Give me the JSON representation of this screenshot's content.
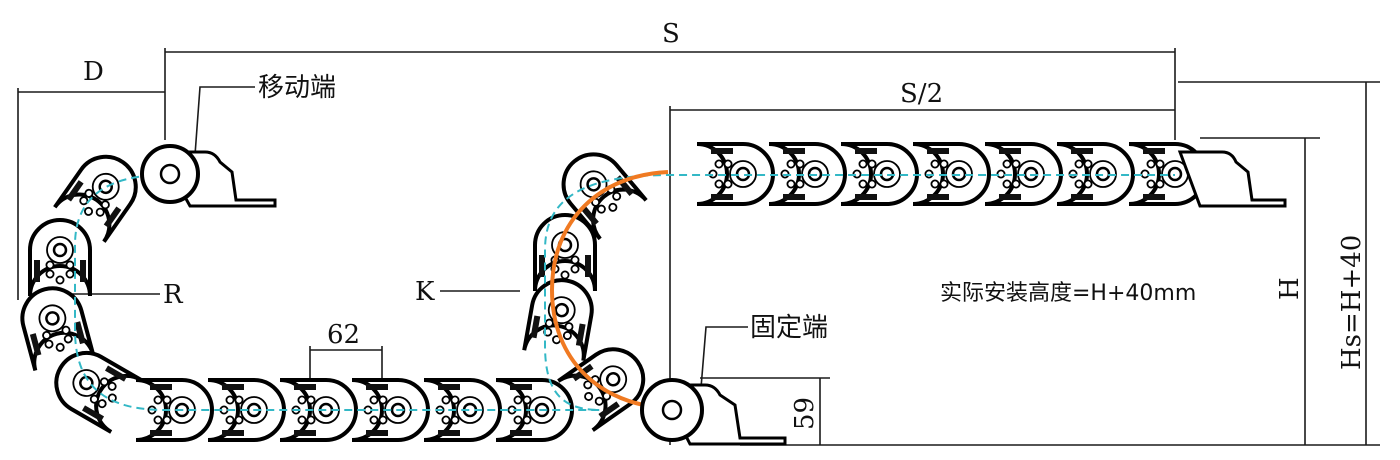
{
  "labels": {
    "S": "S",
    "S_half": "S/2",
    "D": "D",
    "moving_end": "移动端",
    "fixed_end": "固定端",
    "R": "R",
    "K": "K",
    "pitch": "62",
    "link_height": "59",
    "H": "H",
    "Hs": "Hs=H+40",
    "install_height": "实际安装高度=H+40mm"
  },
  "colors": {
    "chain_outline": "#000000",
    "centerline": "#33b8c6",
    "bend_arc": "#f07a22",
    "dimension_lines": "#1a1a1a"
  }
}
